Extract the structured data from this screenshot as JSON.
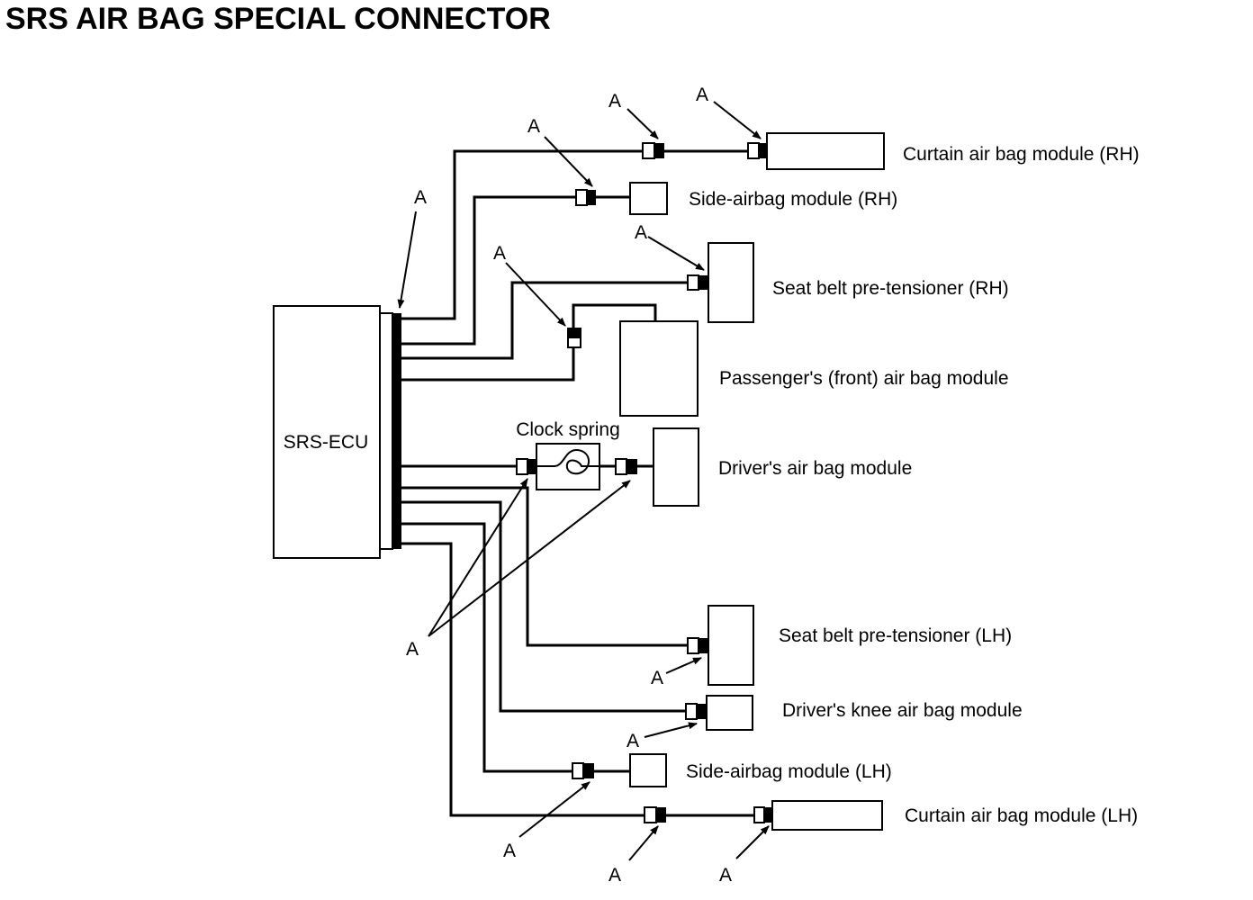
{
  "title": "SRS AIR BAG SPECIAL CONNECTOR",
  "ecu_label": "SRS-ECU",
  "clock_spring_label": "Clock spring",
  "connector_letter": "A",
  "components": {
    "curtain_rh": "Curtain air bag module (RH)",
    "side_rh": "Side-airbag module (RH)",
    "pretensioner_rh": "Seat belt pre-tensioner (RH)",
    "passenger": "Passenger's (front) air bag module",
    "driver": "Driver's air bag module",
    "pretensioner_lh": "Seat belt pre-tensioner (LH)",
    "knee": "Driver's knee air bag module",
    "side_lh": "Side-airbag module (LH)",
    "curtain_lh": "Curtain air bag module (LH)"
  }
}
